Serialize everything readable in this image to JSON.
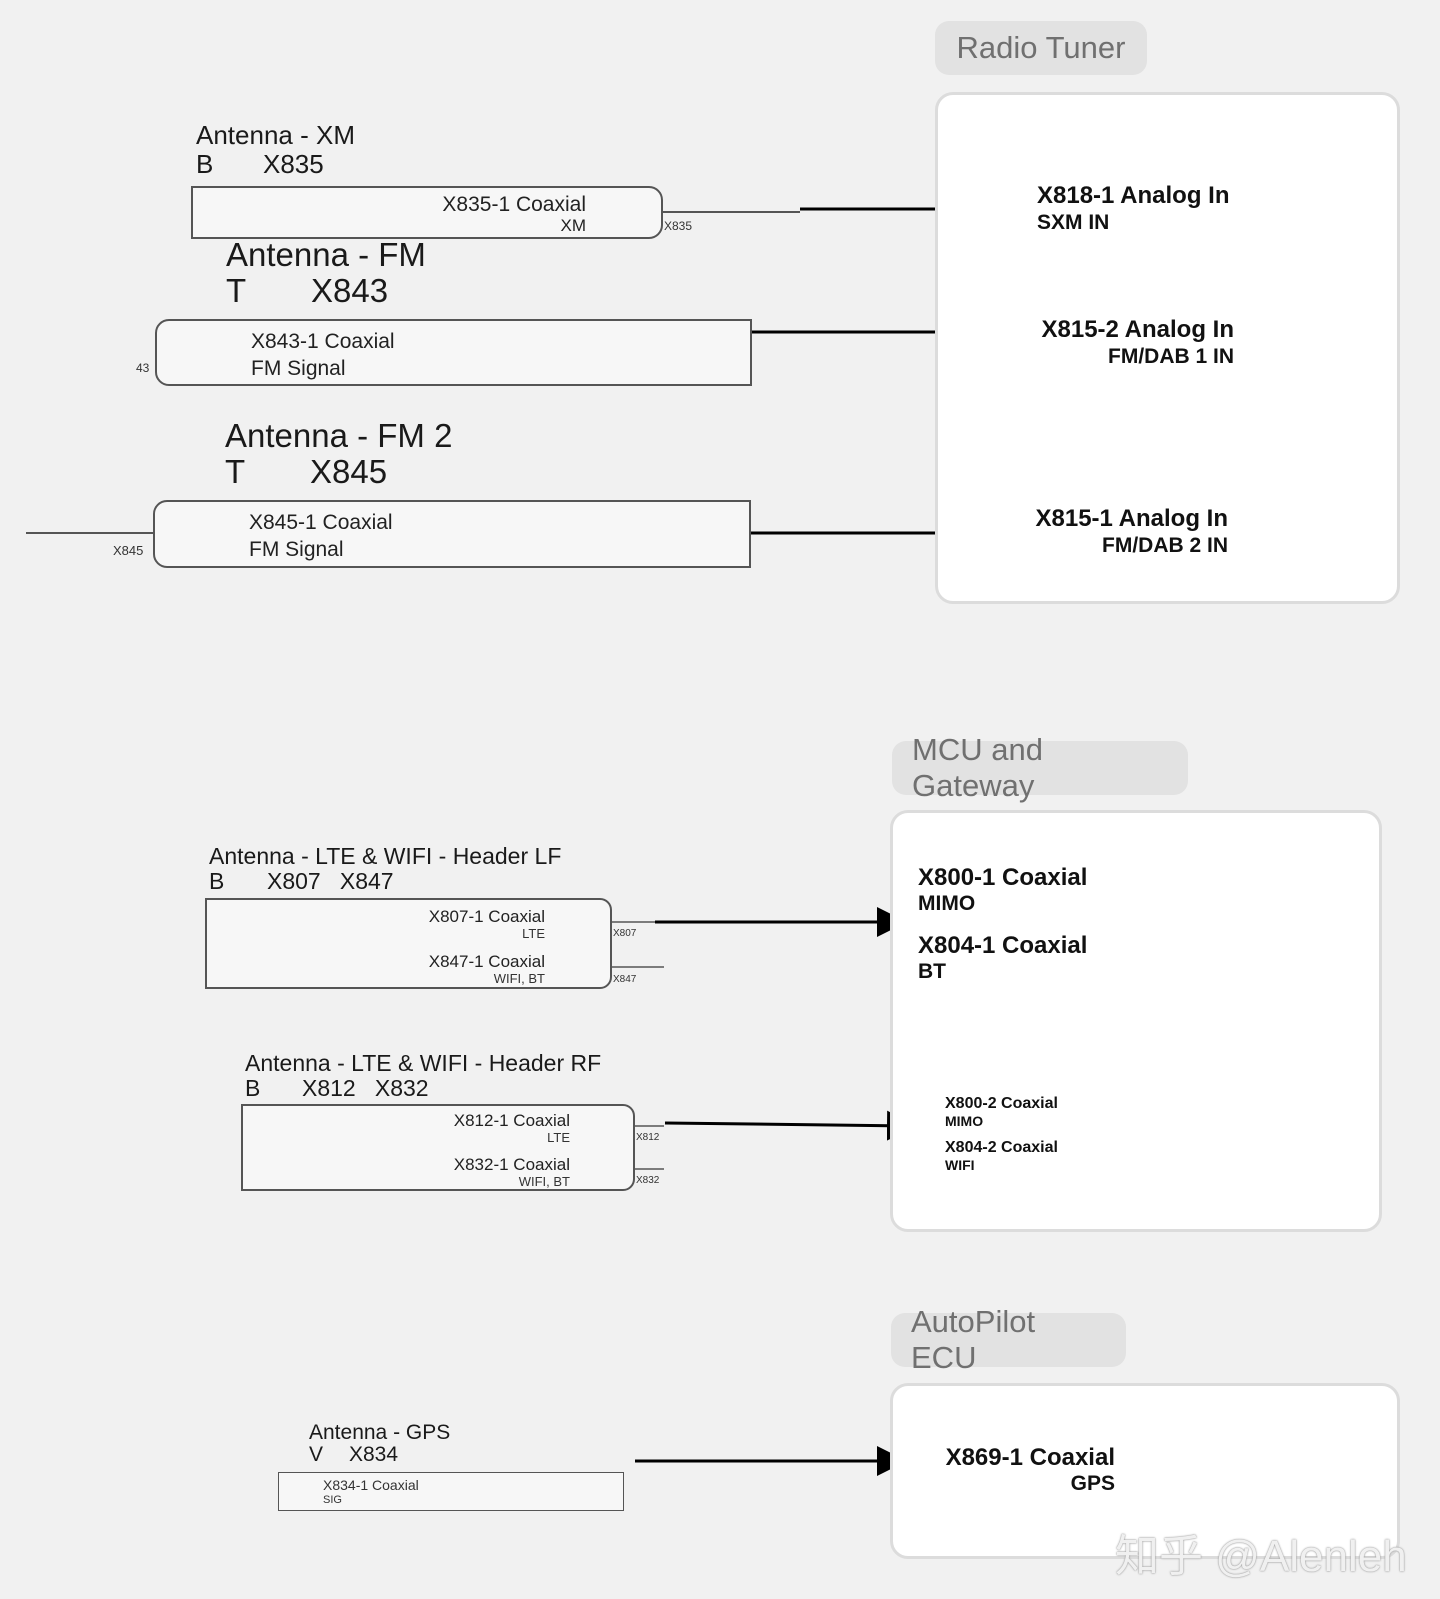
{
  "sections": {
    "radio_tuner": "Radio Tuner",
    "mcu_gateway": "MCU and Gateway",
    "autopilot": "AutoPilot ECU"
  },
  "antenna_xm": {
    "title": "Antenna - XM",
    "code": "B",
    "connector": "X835",
    "pin_label": "X835-1 Coaxial",
    "pin_sub": "XM",
    "wire_tag": "X835"
  },
  "antenna_fm": {
    "title": "Antenna - FM",
    "code": "T",
    "connector": "X843",
    "pin_label": "X843-1 Coaxial",
    "pin_sub": "FM Signal",
    "wire_tag": "43"
  },
  "antenna_fm2": {
    "title": "Antenna - FM 2",
    "code": "T",
    "connector": "X845",
    "pin_label": "X845-1 Coaxial",
    "pin_sub": "FM Signal",
    "wire_tag": "X845"
  },
  "radio_pins": [
    {
      "label": "X818-1 Analog In",
      "sub": "SXM IN"
    },
    {
      "label": "X815-2 Analog In",
      "sub": "FM/DAB 1 IN"
    },
    {
      "label": "X815-1 Analog In",
      "sub": "FM/DAB 2 IN"
    }
  ],
  "antenna_lte_lf": {
    "title": "Antenna - LTE & WIFI - Header LF",
    "code": "B",
    "connectors": "X807   X847",
    "pins": [
      {
        "label": "X807-1 Coaxial",
        "sub": "LTE",
        "tag": "X807"
      },
      {
        "label": "X847-1 Coaxial",
        "sub": "WIFI, BT",
        "tag": "X847"
      }
    ]
  },
  "antenna_lte_rf": {
    "title": "Antenna - LTE & WIFI - Header RF",
    "code": "B",
    "connectors": "X812   X832",
    "pins": [
      {
        "label": "X812-1 Coaxial",
        "sub": "LTE",
        "tag": "X812"
      },
      {
        "label": "X832-1 Coaxial",
        "sub": "WIFI, BT",
        "tag": "X832"
      }
    ]
  },
  "mcu_pins_top": [
    {
      "label": "X800-1 Coaxial",
      "sub": "MIMO"
    },
    {
      "label": "X804-1 Coaxial",
      "sub": "BT"
    }
  ],
  "mcu_pins_bottom": [
    {
      "label": "X800-2 Coaxial",
      "sub": "MIMO"
    },
    {
      "label": "X804-2 Coaxial",
      "sub": "WIFI"
    }
  ],
  "antenna_gps": {
    "title": "Antenna - GPS",
    "code": "V",
    "connector": "X834",
    "pin_label": "X834-1 Coaxial",
    "pin_sub": "SIG"
  },
  "autopilot_pin": {
    "label": "X869-1 Coaxial",
    "sub": "GPS"
  },
  "watermark": "知乎 @Alenleh"
}
